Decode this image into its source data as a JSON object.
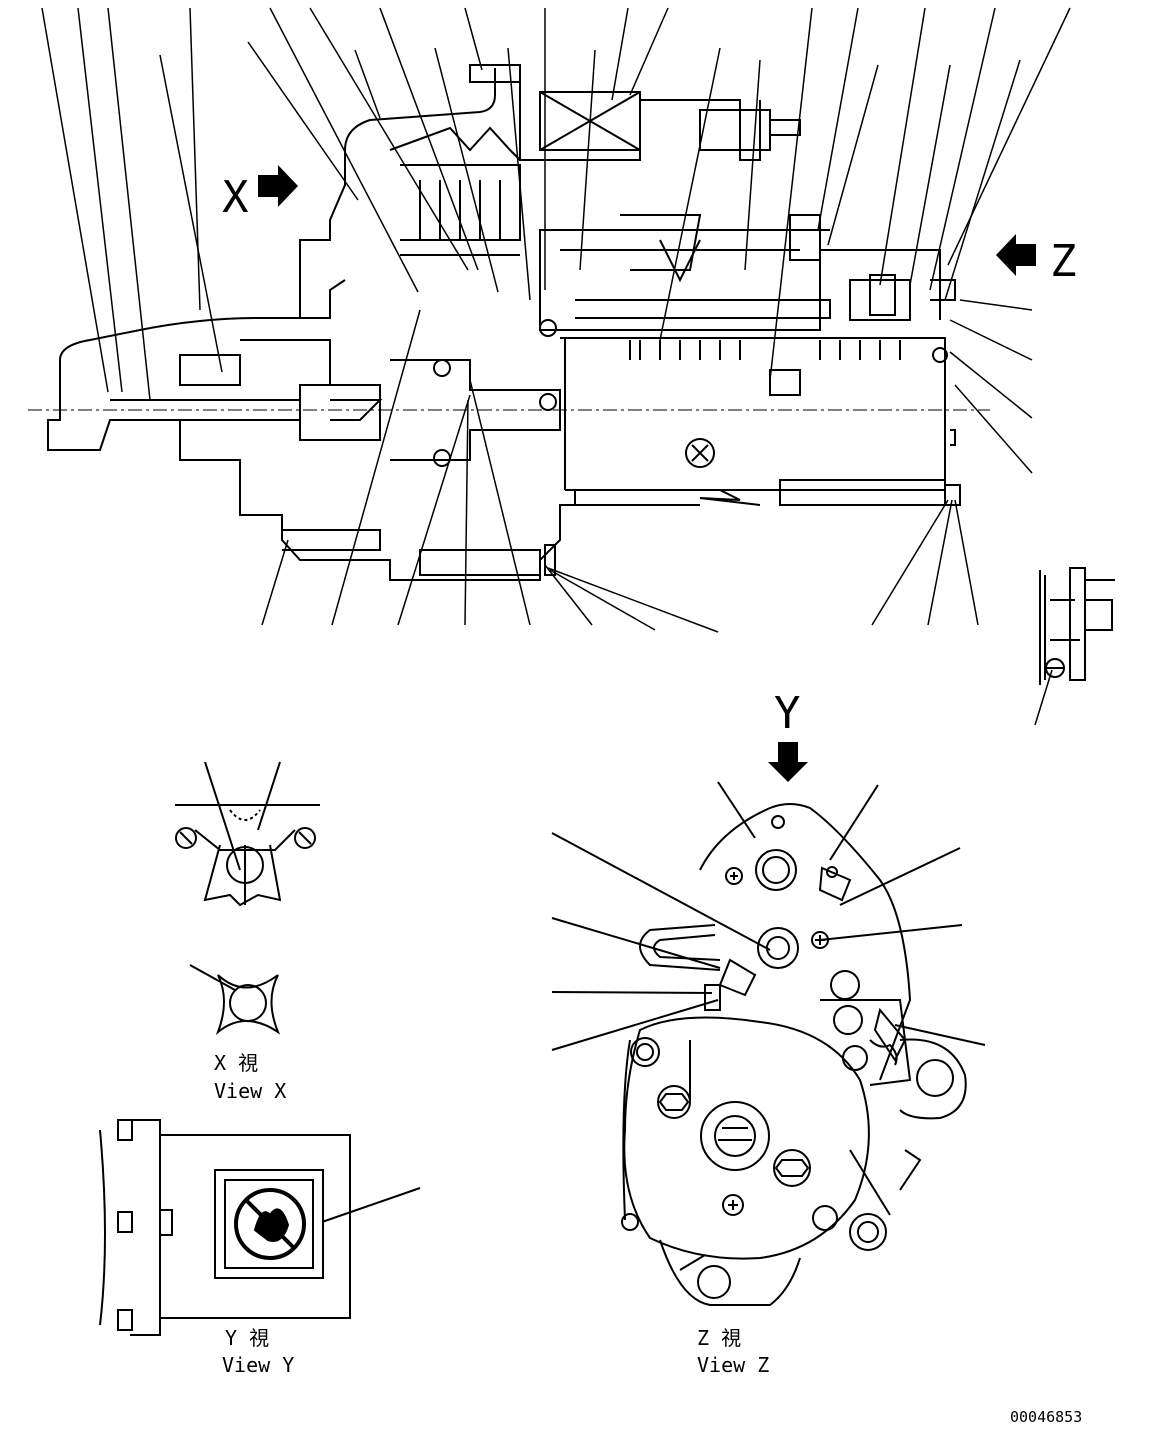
{
  "labels": {
    "arrow_x": "X",
    "arrow_z": "Z",
    "arrow_y": "Y",
    "view_x_jp": "X 視",
    "view_x_en": "View X",
    "view_y_jp": "Y 視",
    "view_y_en": "View Y",
    "view_z_jp": "Z 視",
    "view_z_en": "View Z",
    "drawing_number": "00046853"
  }
}
